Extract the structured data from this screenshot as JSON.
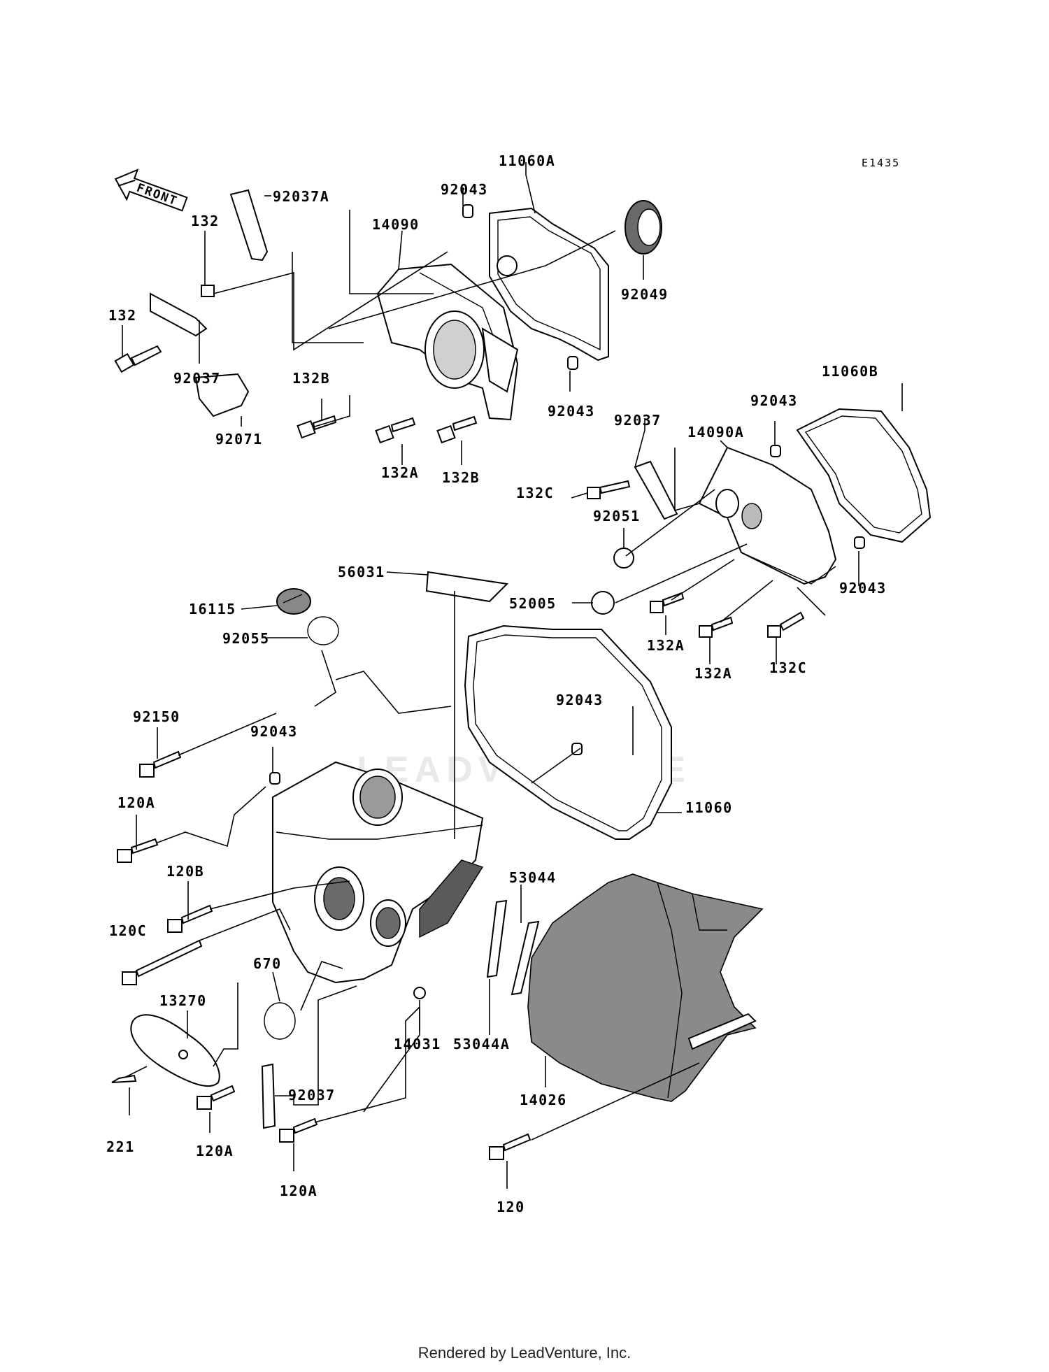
{
  "diagram": {
    "code": "E1435",
    "front_label": "FRONT",
    "watermark": "LEADVENTURE",
    "footer": "Rendered by LeadVenture, Inc.",
    "callouts": [
      {
        "id": "c-11060a",
        "text": "11060A"
      },
      {
        "id": "c-92043-a",
        "text": "92043"
      },
      {
        "id": "c-92037a",
        "text": "92037A"
      },
      {
        "id": "c-14090",
        "text": "14090"
      },
      {
        "id": "c-132-a",
        "text": "132"
      },
      {
        "id": "c-132-b",
        "text": "132"
      },
      {
        "id": "c-92049",
        "text": "92049"
      },
      {
        "id": "c-92037-a",
        "text": "92037"
      },
      {
        "id": "c-132b-a",
        "text": "132B"
      },
      {
        "id": "c-92043-b",
        "text": "92043"
      },
      {
        "id": "c-92071",
        "text": "92071"
      },
      {
        "id": "c-132a-a",
        "text": "132A"
      },
      {
        "id": "c-132b-b",
        "text": "132B"
      },
      {
        "id": "c-11060b",
        "text": "11060B"
      },
      {
        "id": "c-92043-c",
        "text": "92043"
      },
      {
        "id": "c-92037-b",
        "text": "92037"
      },
      {
        "id": "c-14090a",
        "text": "14090A"
      },
      {
        "id": "c-132c-a",
        "text": "132C"
      },
      {
        "id": "c-92051",
        "text": "92051"
      },
      {
        "id": "c-92043-d",
        "text": "92043"
      },
      {
        "id": "c-56031",
        "text": "56031"
      },
      {
        "id": "c-52005",
        "text": "52005"
      },
      {
        "id": "c-16115",
        "text": "16115"
      },
      {
        "id": "c-92055",
        "text": "92055"
      },
      {
        "id": "c-132a-b",
        "text": "132A"
      },
      {
        "id": "c-132a-c",
        "text": "132A"
      },
      {
        "id": "c-132c-b",
        "text": "132C"
      },
      {
        "id": "c-92150",
        "text": "92150"
      },
      {
        "id": "c-92043-e",
        "text": "92043"
      },
      {
        "id": "c-92043-f",
        "text": "92043"
      },
      {
        "id": "c-120a-a",
        "text": "120A"
      },
      {
        "id": "c-11060",
        "text": "11060"
      },
      {
        "id": "c-120b",
        "text": "120B"
      },
      {
        "id": "c-53044",
        "text": "53044"
      },
      {
        "id": "c-120c",
        "text": "120C"
      },
      {
        "id": "c-670",
        "text": "670"
      },
      {
        "id": "c-13270",
        "text": "13270"
      },
      {
        "id": "c-14031",
        "text": "14031"
      },
      {
        "id": "c-53044a",
        "text": "53044A"
      },
      {
        "id": "c-92037-c",
        "text": "92037"
      },
      {
        "id": "c-14026",
        "text": "14026"
      },
      {
        "id": "c-221",
        "text": "221"
      },
      {
        "id": "c-120a-b",
        "text": "120A"
      },
      {
        "id": "c-120a-c",
        "text": "120A"
      },
      {
        "id": "c-120",
        "text": "120"
      }
    ]
  }
}
